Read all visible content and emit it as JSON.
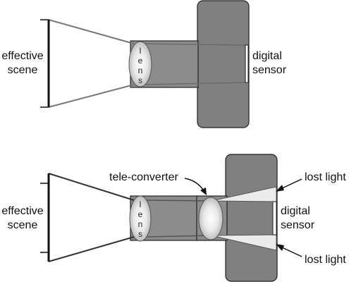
{
  "top_diagram": {
    "scene_label_line1": "effective",
    "scene_label_line2": "scene",
    "lens_label": [
      "l",
      "e",
      "n",
      "s"
    ],
    "sensor_label_line1": "digital",
    "sensor_label_line2": "sensor"
  },
  "bottom_diagram": {
    "scene_label_line1": "effective",
    "scene_label_line2": "scene",
    "lens_label": [
      "l",
      "e",
      "n",
      "s"
    ],
    "teleconverter_label": "tele-converter",
    "sensor_label_line1": "digital",
    "sensor_label_line2": "sensor",
    "lost_light_top": "lost light",
    "lost_light_bottom": "lost light"
  },
  "colors": {
    "body_gray": "#808080",
    "barrel_gray": "#8c8c8c",
    "outline": "#222222",
    "ray_gray": "#777777",
    "lost_light_fill": "#ebebeb"
  }
}
